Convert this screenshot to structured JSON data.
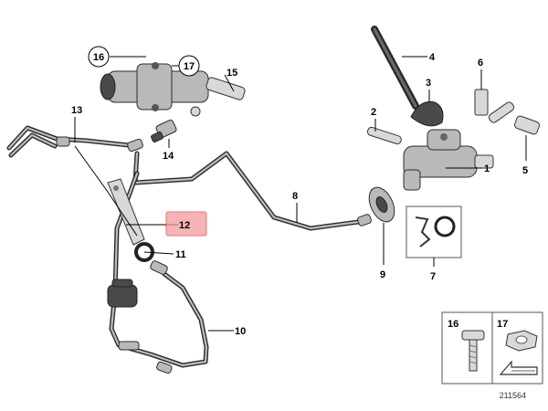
{
  "callouts": {
    "c1": "1",
    "c2": "2",
    "c3": "3",
    "c4": "4",
    "c5": "5",
    "c6": "6",
    "c7": "7",
    "c8": "8",
    "c9": "9",
    "c10": "10",
    "c11": "11",
    "c12": "12",
    "c13": "13",
    "c14": "14",
    "c15": "15",
    "c16": "16",
    "c17": "17"
  },
  "legend": {
    "left_label": "16",
    "right_label": "17"
  },
  "diagram_number": "211564",
  "colors": {
    "highlight_fill": "#f29a9a",
    "highlight_stroke": "#d94c4c"
  }
}
